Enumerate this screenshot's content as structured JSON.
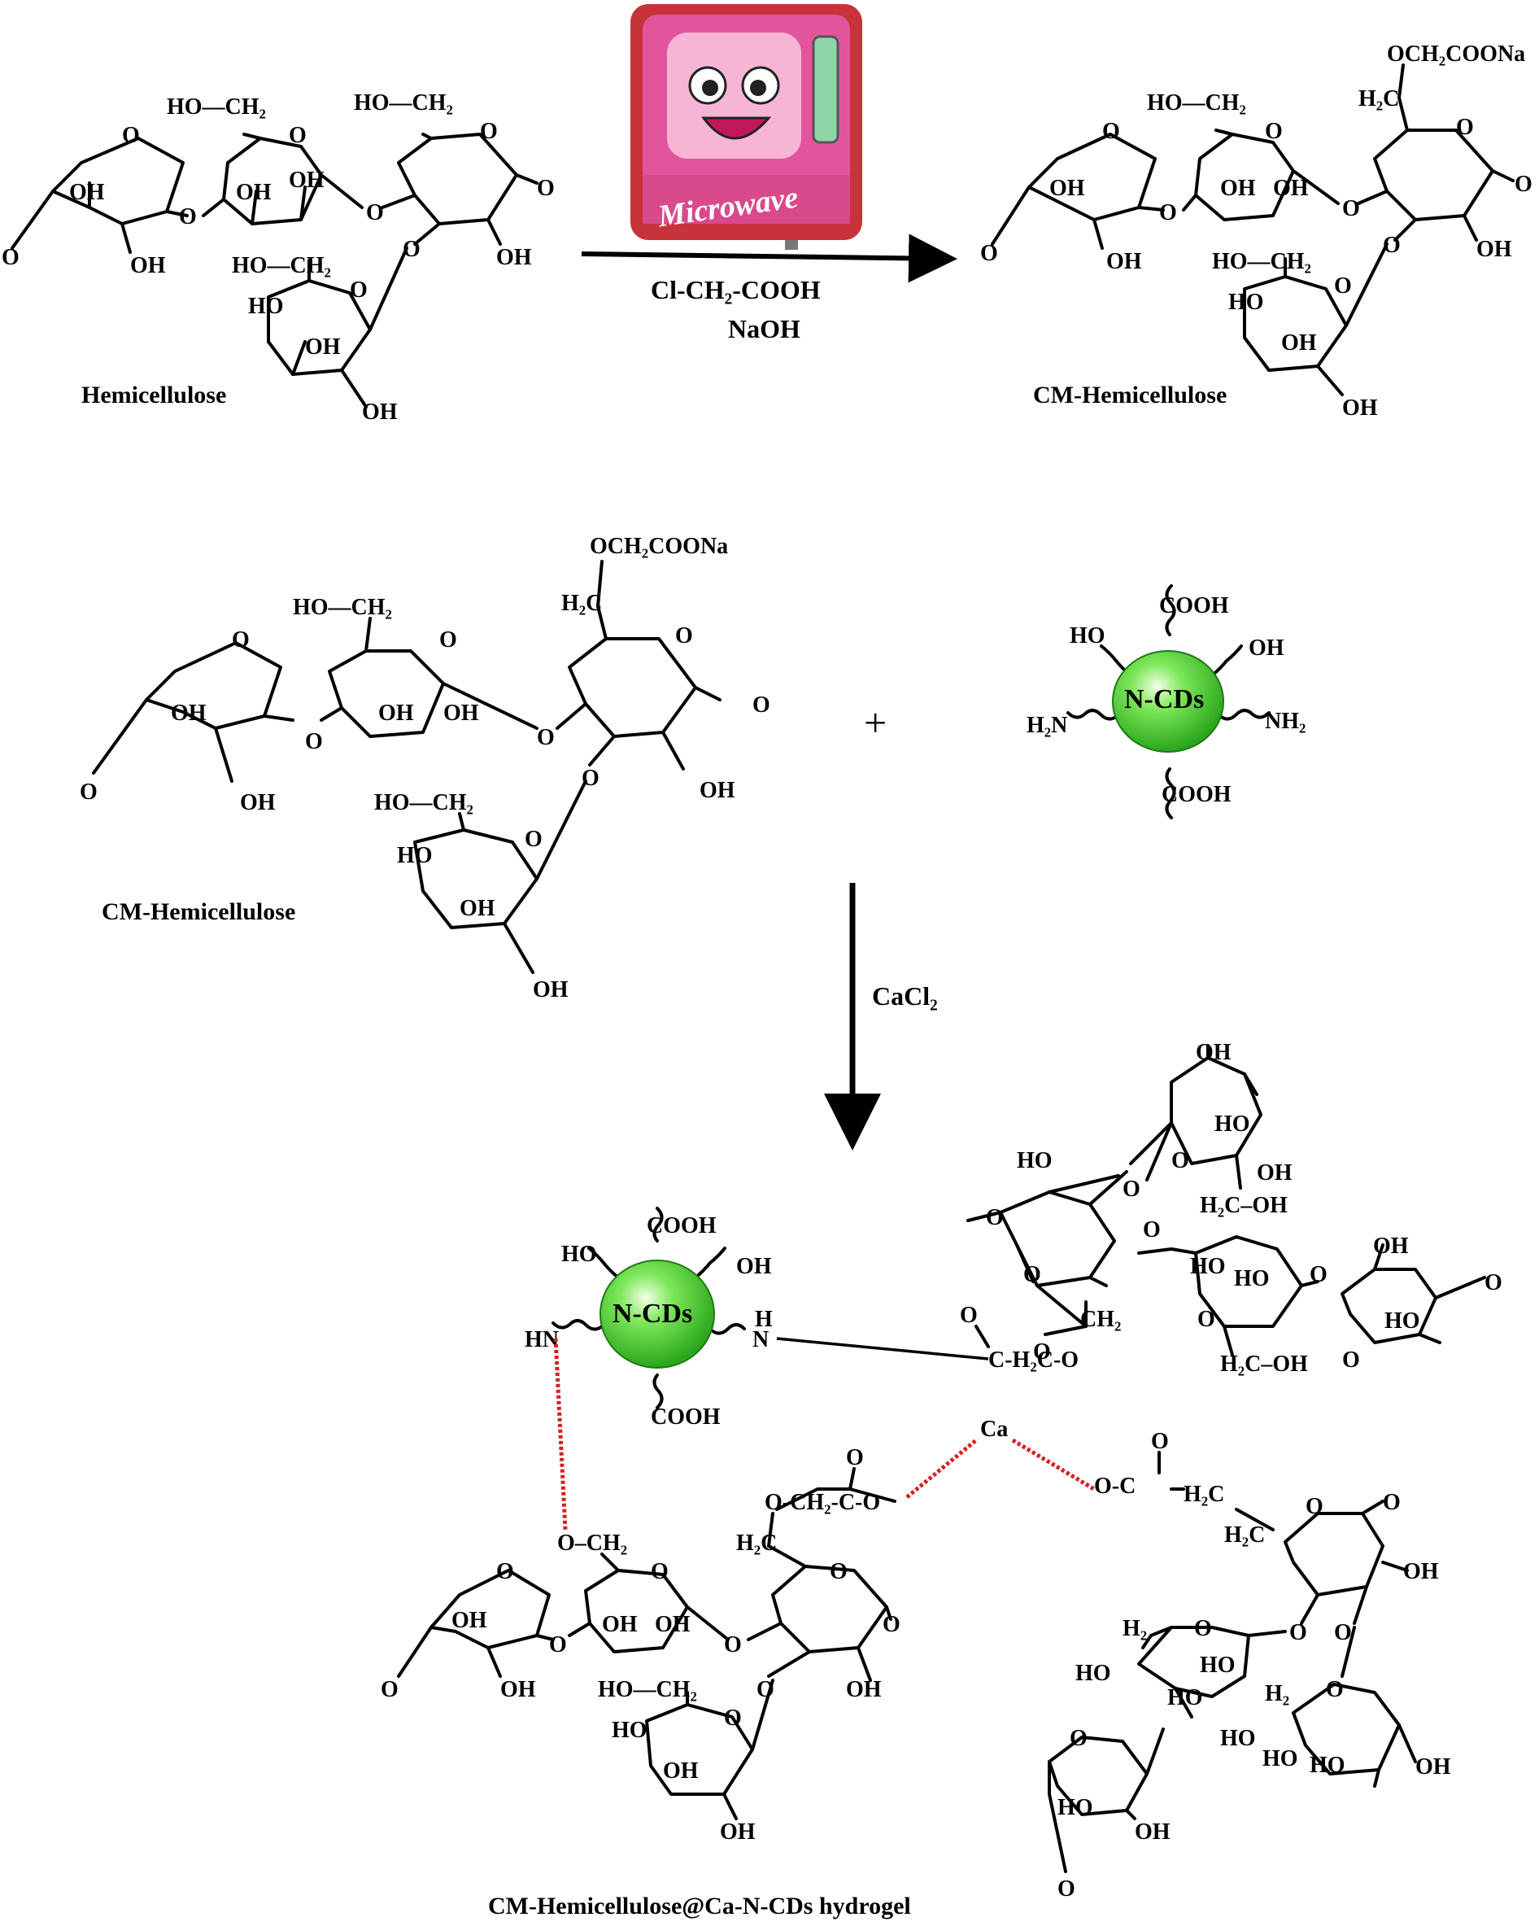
{
  "labels": {
    "hemicellulose": "Hemicellulose",
    "cm_hemicellulose": "CM-Hemicellulose",
    "hydrogel": "CM-Hemicellulose@Ca-N-CDs hydrogel"
  },
  "reagents": {
    "line1": "Cl-CH₂-COOH",
    "line2": "NaOH",
    "crosslinker": "CaCl₂",
    "plus": "+",
    "microwave": "Microwave"
  },
  "atoms": {
    "o": "O",
    "oh": "OH",
    "ho": "HO",
    "ho_ch2": "HO—CH₂",
    "h2c": "H₂C",
    "h2c_oh": "H₂C–OH",
    "ch2": "CH₂",
    "h2": "H₂",
    "och2coona": "OCH₂COONa",
    "o_ch2": "O–CH₂",
    "o_ch2_c_o": "O-CH₂-C-O",
    "c_h2c_o": "C-H₂C-O",
    "o_c": "O-C",
    "h2c_link": "H₂C",
    "ca": "Ca",
    "hn": "HN",
    "nh": "H",
    "n": "N"
  },
  "dot": {
    "name": "N-CDs",
    "cooh": "COOH",
    "oh": "OH",
    "ho": "HO",
    "h2n": "H₂N",
    "nh2": "NH₂"
  },
  "colors": {
    "dot_fill": "#4fd33a",
    "dot_highlight": "#eaffe0",
    "crosslink": "#d61f1f",
    "microwave_body": "#e2559c",
    "microwave_frame": "#c8323b"
  }
}
